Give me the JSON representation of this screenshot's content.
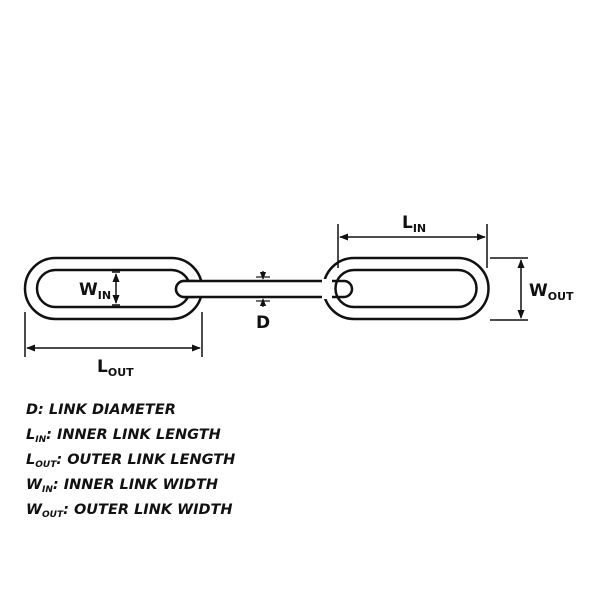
{
  "labels": {
    "d": "D",
    "l_in_main": "L",
    "l_in_sub": "IN",
    "l_out_main": "L",
    "l_out_sub": "OUT",
    "w_in_main": "W",
    "w_in_sub": "IN",
    "w_out_main": "W",
    "w_out_sub": "OUT"
  },
  "legend": [
    {
      "symbol": "D",
      "sub": "",
      "text": ": LINK DIAMETER"
    },
    {
      "symbol": "L",
      "sub": "IN",
      "text": ": INNER LINK LENGTH"
    },
    {
      "symbol": "L",
      "sub": "OUT",
      "text": ": OUTER LINK LENGTH"
    },
    {
      "symbol": "W",
      "sub": "IN",
      "text": ": INNER LINK WIDTH"
    },
    {
      "symbol": "W",
      "sub": "OUT",
      "text": ": OUTER LINK WIDTH"
    }
  ]
}
